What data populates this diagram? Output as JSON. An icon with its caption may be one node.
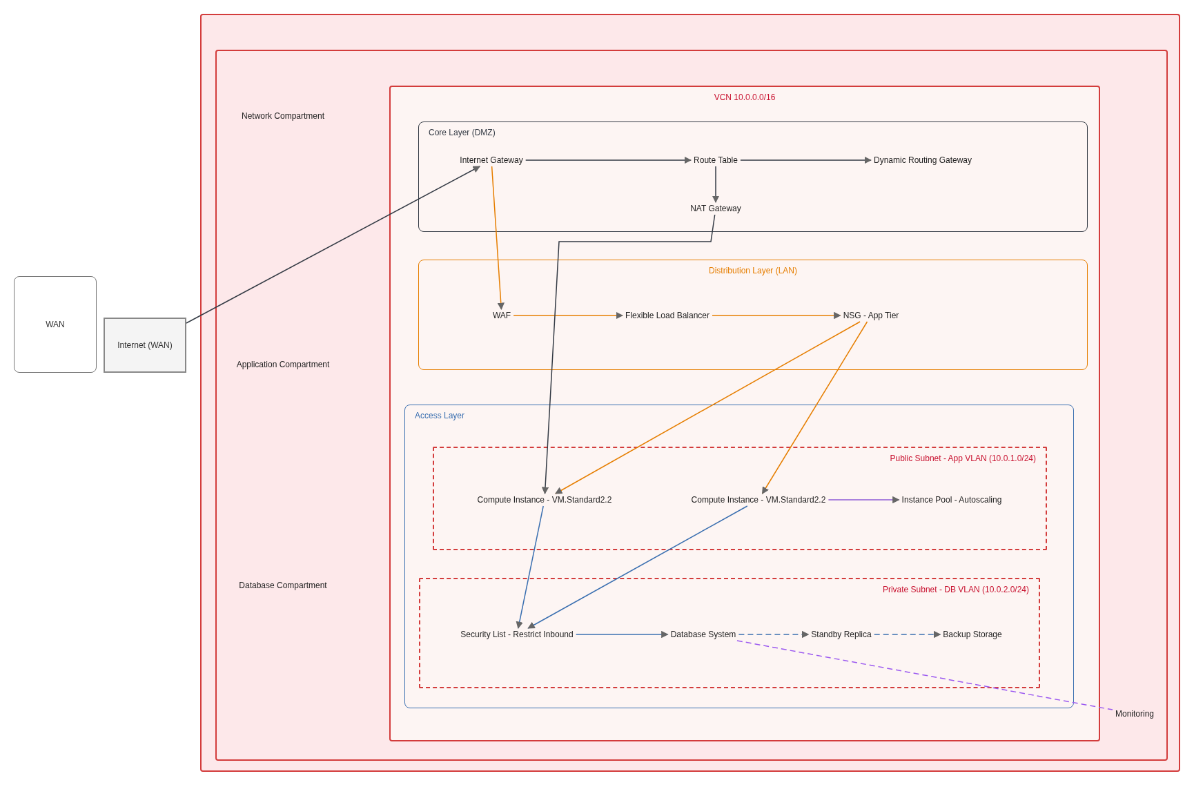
{
  "diagram": {
    "nodes": [
      {
        "text": [],
        "shape": "box"
      },
      {
        "text": [],
        "shape": "box",
        "in": 0
      },
      {
        "text": [
          "VCN 10.0.0.0/16"
        ],
        "in": 1
      },
      {
        "text": [
          "Core Layer (DMZ)"
        ],
        "in": 2
      },
      {
        "text": [
          "Internet Gateway"
        ],
        "in": 3
      },
      {
        "text": [
          "NAT Gateway"
        ],
        "in": 3
      },
      {
        "text": [
          "Route Table"
        ],
        "in": 3
      },
      {
        "text": [
          "Dynamic Routing Gateway"
        ],
        "in": 3
      },
      {
        "text": [
          "Distribution Layer (LAN)"
        ],
        "in": 2
      },
      {
        "text": [
          "Flexible Load Balancer"
        ],
        "in": 8
      },
      {
        "text": [
          "WAF"
        ],
        "in": 8
      },
      {
        "text": [
          "NSG - App Tier"
        ],
        "in": 8
      },
      {
        "text": [
          "Access Layer"
        ],
        "in": 2
      },
      {
        "text": [
          "Public Subnet - App VLAN (10.0.1.0/24)"
        ],
        "in": 12
      },
      {
        "text": [
          "Compute Instance - VM.Standard2.2"
        ],
        "in": 13
      },
      {
        "text": [
          "Compute Instance - VM.Standard2.2"
        ],
        "in": 13
      },
      {
        "text": [
          "Instance Pool - Autoscaling"
        ],
        "in": 13
      },
      {
        "text": [
          "Private Subnet - DB VLAN (10.0.2.0/24)"
        ],
        "in": 12
      },
      {
        "text": [
          "Security List - Restrict Inbound"
        ],
        "in": 17
      },
      {
        "text": [
          "Database System"
        ],
        "in": 17
      },
      {
        "text": [
          "Standby Replica"
        ],
        "in": 17
      },
      {
        "text": [
          "Backup Storage"
        ],
        "in": 17
      },
      {
        "text": [
          "WAN"
        ]
      },
      {
        "text": [
          "Internet (WAN)"
        ]
      },
      {
        "text": [
          "Monitoring"
        ],
        "in": 1
      }
    ],
    "edges": [
      {
        "from": 23,
        "to": 4,
        "arrow": "to"
      },
      {
        "from": 4,
        "to": 6,
        "arrow": "to"
      },
      {
        "from": 6,
        "to": 5,
        "arrow": "to"
      },
      {
        "from": 6,
        "to": 7,
        "arrow": "to"
      },
      {
        "from": 4,
        "to": 10,
        "arrow": "to",
        "color": "#e67e00"
      },
      {
        "from": 10,
        "to": 9,
        "arrow": "to",
        "color": "#e67e00"
      },
      {
        "from": 9,
        "to": 11,
        "arrow": "to",
        "color": "#e67e00"
      },
      {
        "from": 11,
        "to": 14,
        "arrow": "to",
        "color": "#e67e00"
      },
      {
        "from": 11,
        "to": 15,
        "arrow": "to",
        "color": "#e67e00"
      },
      {
        "from": 5,
        "to": 14,
        "arrow": "to"
      },
      {
        "from": 14,
        "to": 18,
        "arrow": "to",
        "color": "#3a6fb0"
      },
      {
        "from": 15,
        "to": 18,
        "arrow": "to",
        "color": "#3a6fb0"
      },
      {
        "from": 15,
        "to": 16,
        "arrow": "to",
        "color": "#8e5bd6"
      },
      {
        "from": 18,
        "to": 19,
        "arrow": "to",
        "color": "#3a6fb0"
      },
      {
        "from": 19,
        "to": 20,
        "arrow": "to",
        "style": "dashed",
        "color": "#3a6fb0"
      },
      {
        "from": 20,
        "to": 21,
        "arrow": "to",
        "style": "dashed",
        "color": "#3a6fb0"
      },
      {
        "from": 19,
        "to": 24,
        "arrow": "none",
        "style": "dashed",
        "color": "#9b59f0"
      }
    ],
    "labels": [
      "Network Compartment",
      "Application Compartment",
      "Database Compartment"
    ]
  }
}
